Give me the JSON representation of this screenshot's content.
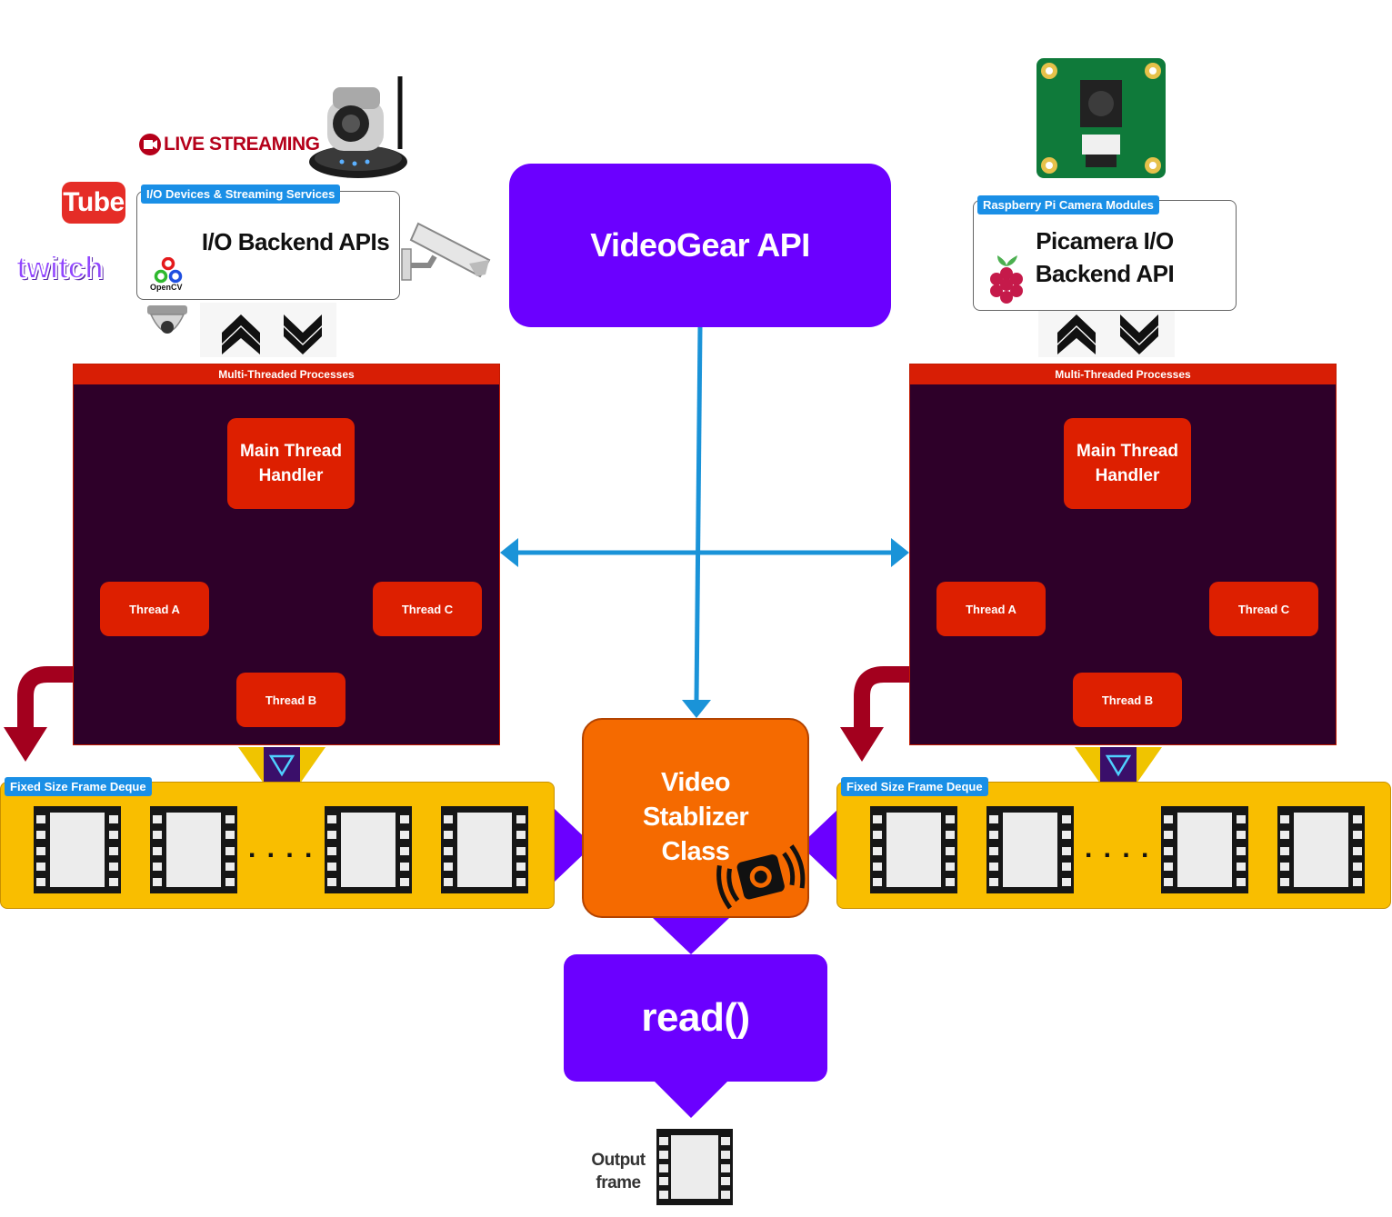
{
  "colors": {
    "api_purple": "#6b00ff",
    "panel_dark": "#2e0029",
    "panel_red": "#d81e05",
    "deque_yellow": "#f9be00",
    "stabilizer_orange": "#f56a00",
    "connector_blue": "#1a93d8",
    "thread_arrow": "#c97400",
    "tag_blue": "#1a8fe6"
  },
  "videogear": {
    "title": "VideoGear API"
  },
  "left_source": {
    "tag": "I/O Devices & Streaming Services",
    "title": "I/O Backend APIs",
    "opencv_label": "OpenCV",
    "live_label": "LIVE STREAMING",
    "youtube_label": "Tube",
    "twitch_label": "twitch"
  },
  "right_source": {
    "tag": "Raspberry Pi Camera Modules",
    "title_line1": "Picamera I/O",
    "title_line2": "Backend API"
  },
  "left_panel": {
    "header": "Multi-Threaded Processes",
    "main_line1": "Main Thread",
    "main_line2": "Handler",
    "thread_a": "Thread A",
    "thread_b": "Thread B",
    "thread_c": "Thread C"
  },
  "right_panel": {
    "header": "Multi-Threaded Processes",
    "main_line1": "Main Thread",
    "main_line2": "Handler",
    "thread_a": "Thread A",
    "thread_b": "Thread B",
    "thread_c": "Thread C"
  },
  "left_deque": {
    "tag": "Fixed Size Frame Deque",
    "ellipsis": ". . . ."
  },
  "right_deque": {
    "tag": "Fixed Size Frame Deque",
    "ellipsis": ". . . ."
  },
  "stabilizer": {
    "line1": "Video",
    "line2": "Stablizer",
    "line3": "Class"
  },
  "read_box": {
    "label": "read()"
  },
  "output": {
    "line1": "Output",
    "line2": "frame"
  }
}
